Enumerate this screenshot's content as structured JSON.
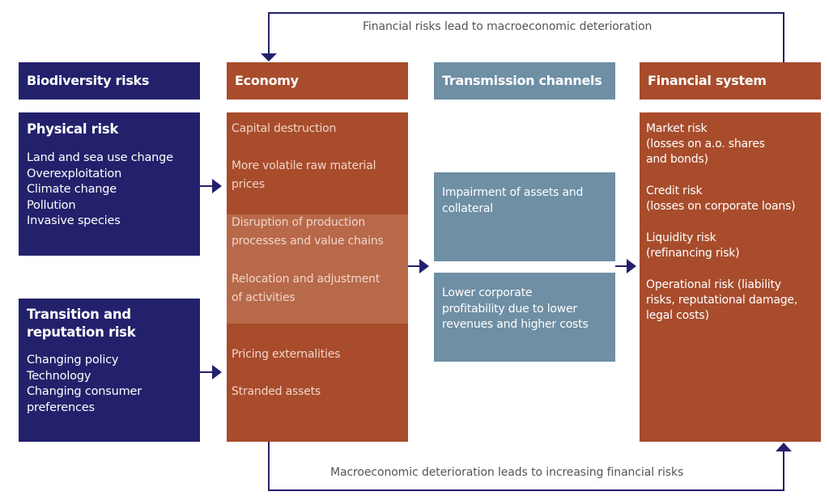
{
  "colors": {
    "biodiversity": "#23216b",
    "economy": "#a84c2c",
    "economy_highlight": "#b8694a",
    "transmission": "#6e8fa4",
    "financial": "#a84c2c",
    "connector": "#23216b"
  },
  "headers": {
    "biodiversity": "Biodiversity risks",
    "economy": "Economy",
    "transmission": "Transmission channels",
    "financial": "Financial system"
  },
  "feedback": {
    "top": "Financial risks lead to macroeconomic deterioration",
    "bottom": "Macroeconomic deterioration leads to increasing financial risks"
  },
  "biodiversity": {
    "physical": {
      "title": "Physical risk",
      "items": [
        "Land and sea use change",
        "Overexploitation",
        "Climate change",
        "Pollution",
        "Invasive species"
      ]
    },
    "transition": {
      "title_line1": "Transition and",
      "title_line2": "reputation risk",
      "items": [
        "Changing policy",
        "Technology",
        "Changing consumer",
        "preferences"
      ]
    }
  },
  "economy": {
    "items": [
      {
        "line1": "Capital destruction",
        "line2": ""
      },
      {
        "line1": "More volatile raw material",
        "line2": "prices"
      },
      {
        "line1": "Disruption of production",
        "line2": "processes and value chains"
      },
      {
        "line1": "Relocation and adjustment",
        "line2": "of activities"
      },
      {
        "line1": "Pricing externalities",
        "line2": ""
      },
      {
        "line1": "Stranded assets",
        "line2": ""
      }
    ]
  },
  "transmission": {
    "items": [
      {
        "line1": "Impairment of assets and",
        "line2": "collateral",
        "line3": ""
      },
      {
        "line1": "Lower corporate",
        "line2": "profitability due to lower",
        "line3": "revenues and higher costs"
      }
    ]
  },
  "financial": {
    "items": [
      {
        "line1": "Market risk",
        "line2": "(losses on a.o. shares",
        "line3": "and bonds)"
      },
      {
        "line1": "Credit risk",
        "line2": "(losses on corporate loans)",
        "line3": ""
      },
      {
        "line1": "Liquidity risk",
        "line2": "(refinancing risk)",
        "line3": ""
      },
      {
        "line1": "Operational risk (liability",
        "line2": "risks, reputational damage,",
        "line3": "legal costs)"
      }
    ]
  }
}
